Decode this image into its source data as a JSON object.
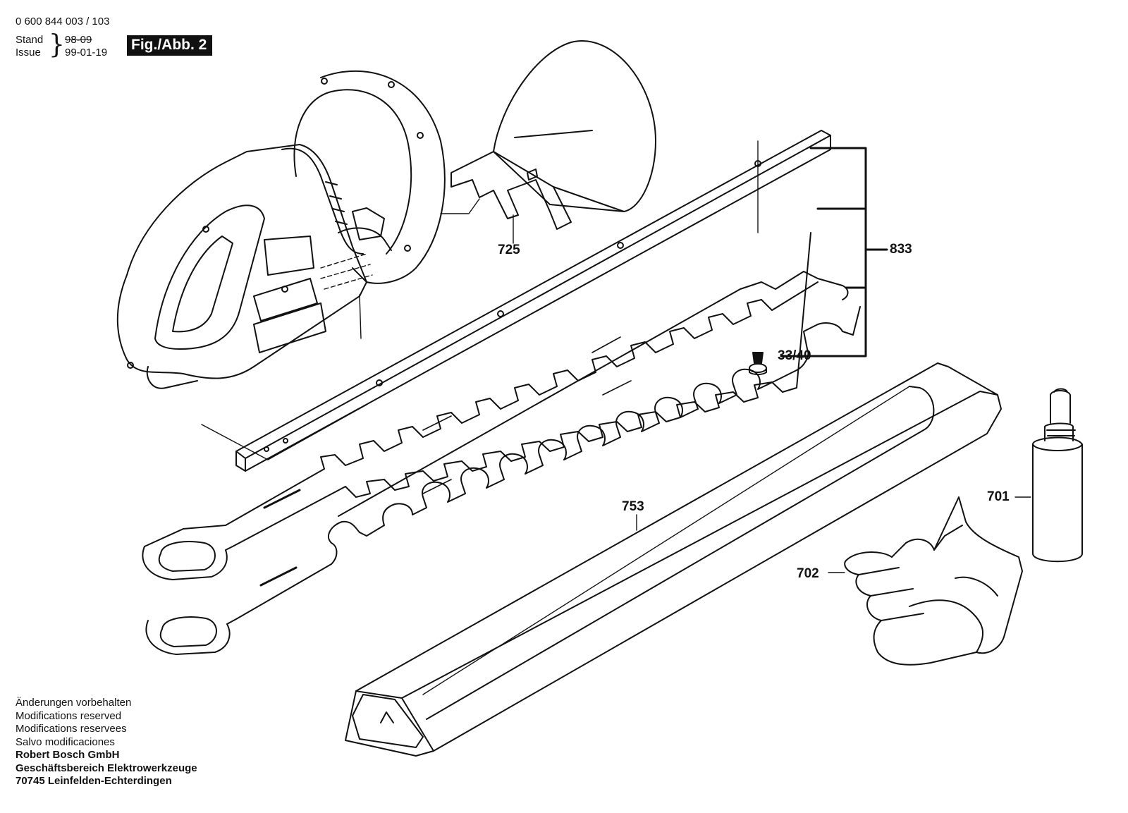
{
  "header": {
    "doc_number": "0 600 844 003 / 103",
    "stand_label": "Stand",
    "stand_date": "98-09",
    "issue_label": "Issue",
    "issue_date": "99-01-19",
    "figure_badge": "Fig./Abb. 2"
  },
  "callouts": {
    "c725": "725",
    "c833": "833",
    "c3340": "33/40",
    "c753": "753",
    "c701": "701",
    "c702": "702"
  },
  "footer": {
    "line1": "Änderungen vorbehalten",
    "line2": "Modifications reserved",
    "line3": "Modifications reservees",
    "line4": "Salvo modificaciones",
    "company": "Robert Bosch GmbH",
    "division": "Geschäftsbereich Elektrowerkzeuge",
    "address": "70745 Leinfelden-Echterdingen"
  }
}
